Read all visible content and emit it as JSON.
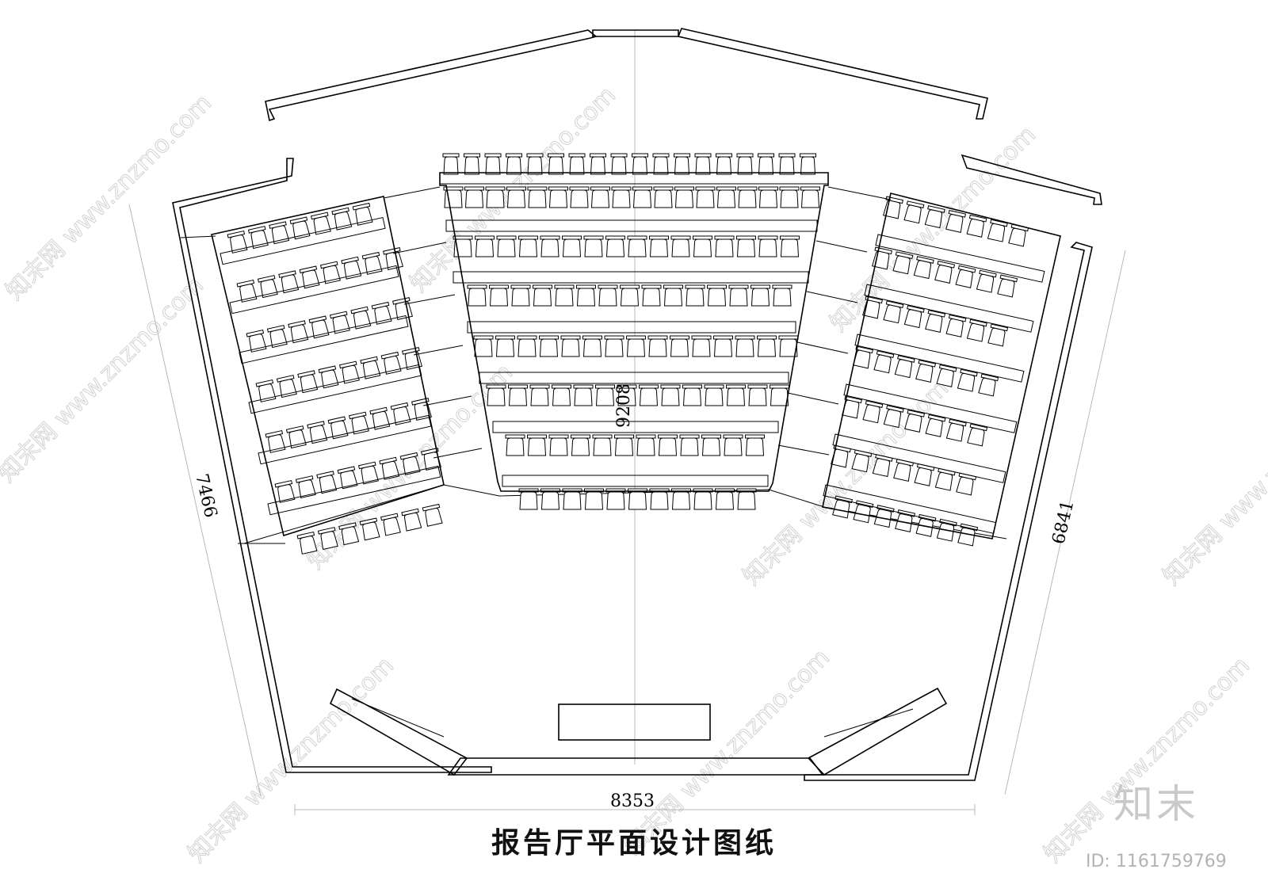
{
  "drawing": {
    "title": "报告厅平面设计图纸",
    "dimensions": {
      "width": "8353",
      "left_side": "7466",
      "right_side": "6841",
      "depth": "9208"
    }
  },
  "watermark": {
    "brand": "知末",
    "id_text": "ID: 1161759769",
    "site": "知末网 www.znzmo.com"
  }
}
